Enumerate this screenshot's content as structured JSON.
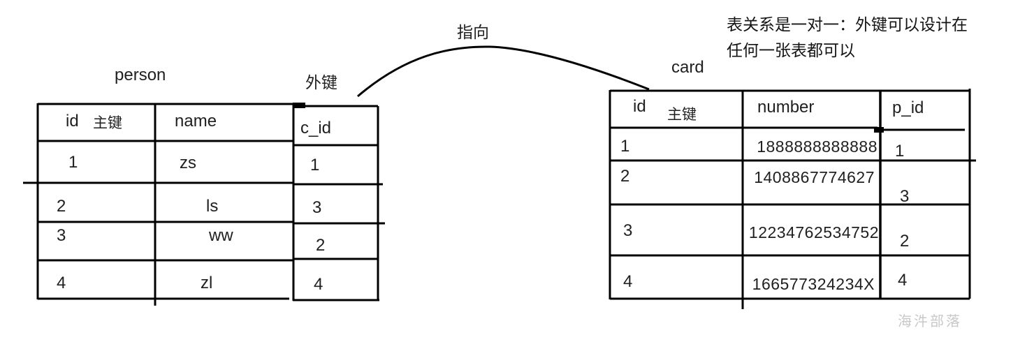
{
  "diagram": {
    "pointer_label": "指向",
    "foreign_key_label": "外键",
    "note_line1": "表关系是一对一：外键可以设计在",
    "note_line2": "任何一张表都可以",
    "watermark": "海汼部落"
  },
  "person_table": {
    "title": "person",
    "headers": {
      "id": "id",
      "pk_hint": "主键",
      "name": "name",
      "c_id": "c_id"
    },
    "rows": [
      {
        "id": "1",
        "name": "zs",
        "c_id": "1"
      },
      {
        "id": "2",
        "name": "ls",
        "c_id": "3"
      },
      {
        "id": "3",
        "name": "ww",
        "c_id": "2"
      },
      {
        "id": "4",
        "name": "zl",
        "c_id": "4"
      }
    ]
  },
  "card_table": {
    "title": "card",
    "headers": {
      "id": "id",
      "pk_hint": "主键",
      "number": "number",
      "p_id": "p_id"
    },
    "rows": [
      {
        "id": "1",
        "number": "1888888888888",
        "p_id": "1"
      },
      {
        "id": "2",
        "number": "1408867774627",
        "p_id": "3"
      },
      {
        "id": "3",
        "number": "12234762534752",
        "p_id": "2"
      },
      {
        "id": "4",
        "number": "166577324234X",
        "p_id": "4"
      }
    ]
  },
  "colors": {
    "line": "#000000",
    "text": "#1f1f1f",
    "watermark": "#c8c8c8"
  }
}
